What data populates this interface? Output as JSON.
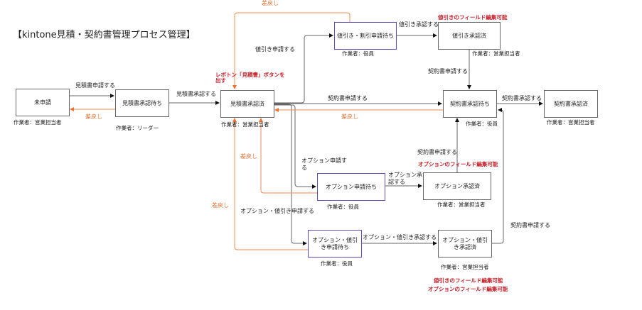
{
  "title": "【kintone見積・契約書管理プロセス管理】",
  "colors": {
    "line": "#555555",
    "return": "#f07030",
    "note": "#c8202a",
    "pending_border": "#5a4cc0"
  },
  "states": {
    "mishinsei": {
      "label": "未申請",
      "worker": "作業者：営業担当者"
    },
    "mitsumori_machi": {
      "label": "見積書承認待ち",
      "worker": "作業者：リーダー"
    },
    "mitsumori_zumi": {
      "label": "見積書承認済",
      "worker": "作業者：営業担当者"
    },
    "nebiki_machi": {
      "label": "値引き・割引申請待ち",
      "worker": "作業者：役員"
    },
    "nebiki_zumi": {
      "label": "値引き承認済",
      "worker": "作業者：営業担当者"
    },
    "keiyaku_machi": {
      "label": "契約書承認待ち",
      "worker": "作業者：役員"
    },
    "keiyaku_zumi": {
      "label": "契約書承認済",
      "worker": "作業者：営業担当者"
    },
    "option_machi": {
      "label": "オプション申請待ち",
      "worker": "作業者：役員"
    },
    "option_zumi": {
      "label": "オプション承認済",
      "worker": "作業者：営業担当者"
    },
    "optnebiki_machi": {
      "label": "オプション・値引き申請待ち",
      "worker": "作業者：役員"
    },
    "optnebiki_zumi": {
      "label": "オプション・値引き承認済",
      "worker": "作業者：営業担当者"
    }
  },
  "actions": {
    "mitsumori_shinsei": "見積書申請する",
    "mitsumori_shonin": "見積書承認する",
    "nebiki_shinsei": "値引き申請する",
    "nebiki_shonin": "値引き承認する",
    "keiyaku_shinsei_1": "契約書申請する",
    "keiyaku_shinsei_2": "契約書申請する",
    "keiyaku_shinsei_3": "契約書申請する",
    "keiyaku_shinsei_4": "契約書申請する",
    "keiyaku_shonin": "契約書承認する",
    "option_shinsei": "オプション申請する",
    "option_shonin": "オプション承認する",
    "optnebiki_shinsei": "オプション・値引き申請する",
    "optnebiki_shonin": "オプション・値引き承認する",
    "sashimodoshi_1": "差戻し",
    "sashimodoshi_2": "差戻し",
    "sashimodoshi_3": "差戻し",
    "sashimodoshi_4": "差戻し",
    "sashimodoshi_5": "差戻し"
  },
  "notes": {
    "button": "レボトン「見積書」ボタンを出す",
    "nebiki_field": "値引きのフィールド編集可能",
    "option_field": "オプションのフィールド編集可能",
    "both_nebiki": "値引きのフィールド編集可能",
    "both_option": "オプションのフィールド編集可能"
  }
}
